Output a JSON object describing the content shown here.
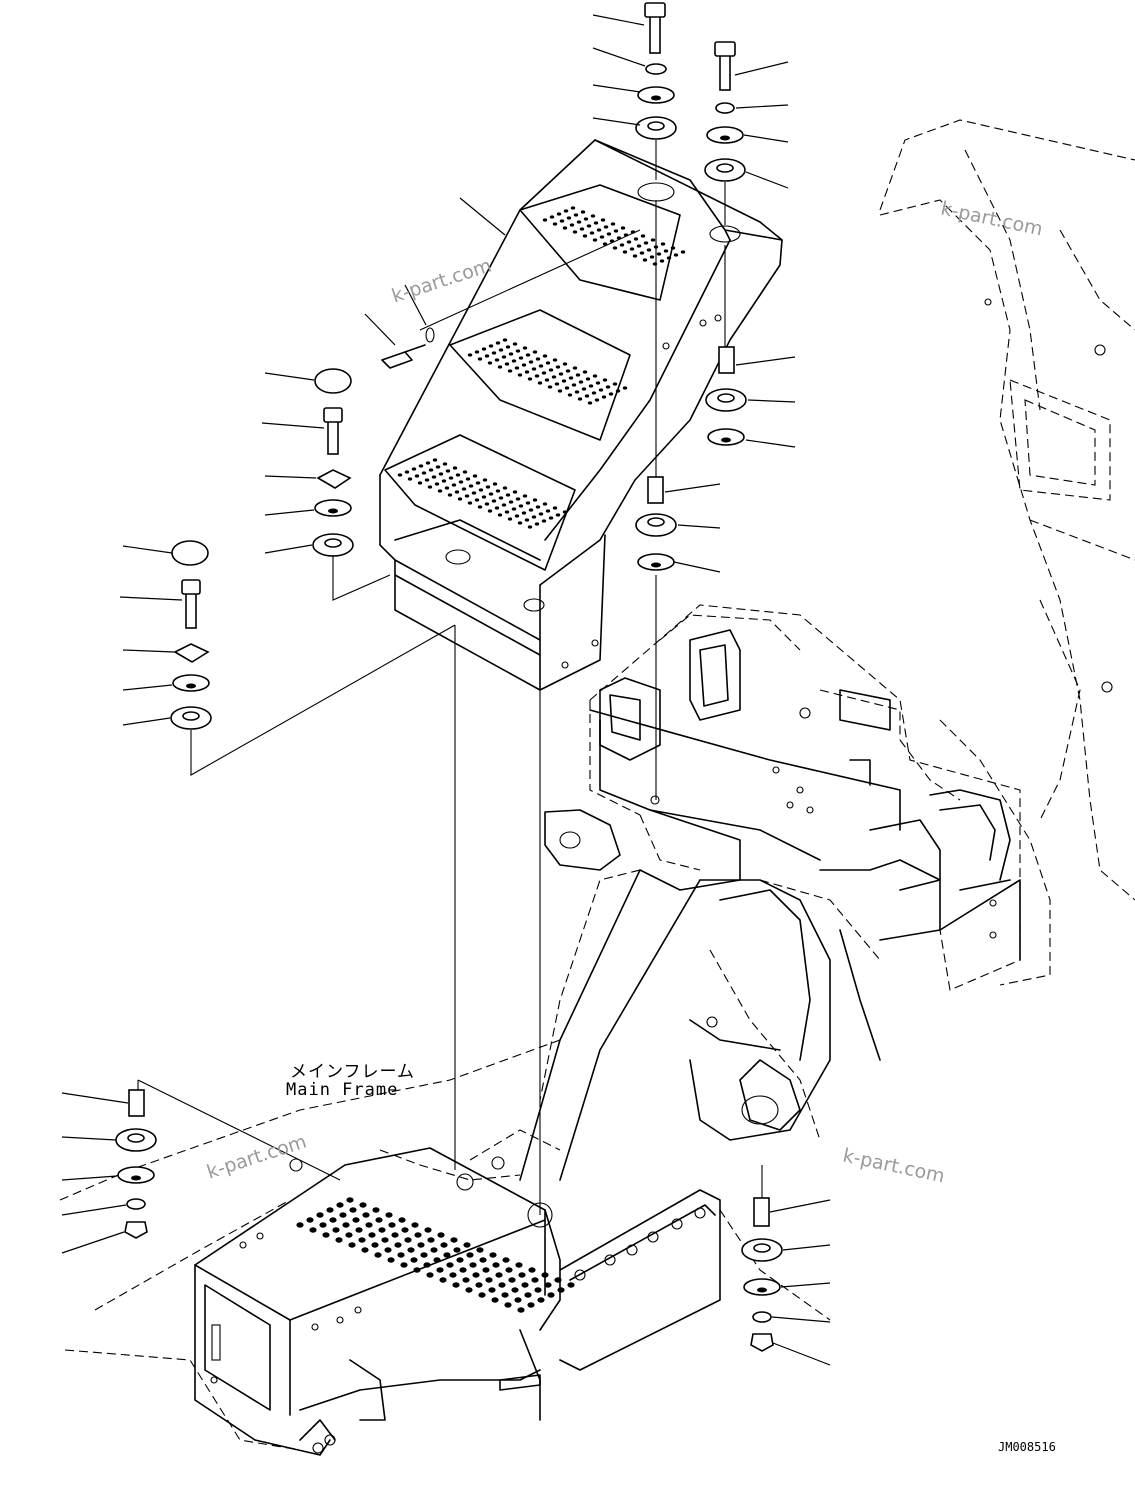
{
  "diagram": {
    "labels": {
      "main_frame_jp": "メインフレーム",
      "main_frame_en": "Main Frame"
    },
    "drawing_code": "JM008516",
    "watermark": "k-part.com"
  }
}
